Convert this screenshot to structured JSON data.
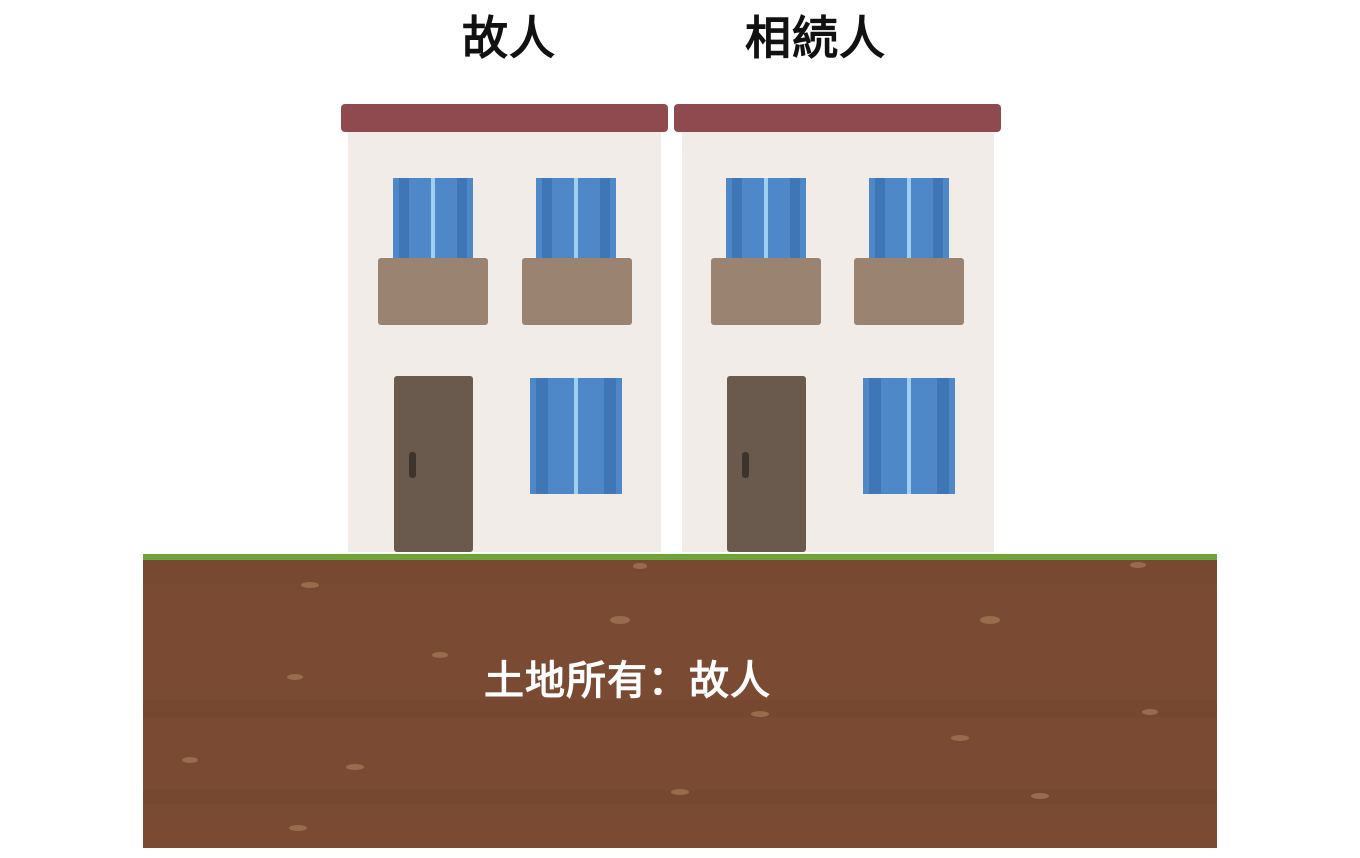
{
  "labels": {
    "left_building": "故人",
    "right_building": "相続人",
    "land": "土地所有：故人"
  },
  "icons": {
    "left_building": "house-icon",
    "right_building": "house-icon",
    "land": "soil-land-icon"
  },
  "colors": {
    "roof": "#8f4a50",
    "wall": "#f2ece8",
    "window": "#4f88c8",
    "balcony": "#9a8370",
    "door": "#6a5a4d",
    "soil": "#7a4b32",
    "grass": "#7ebf3a"
  }
}
